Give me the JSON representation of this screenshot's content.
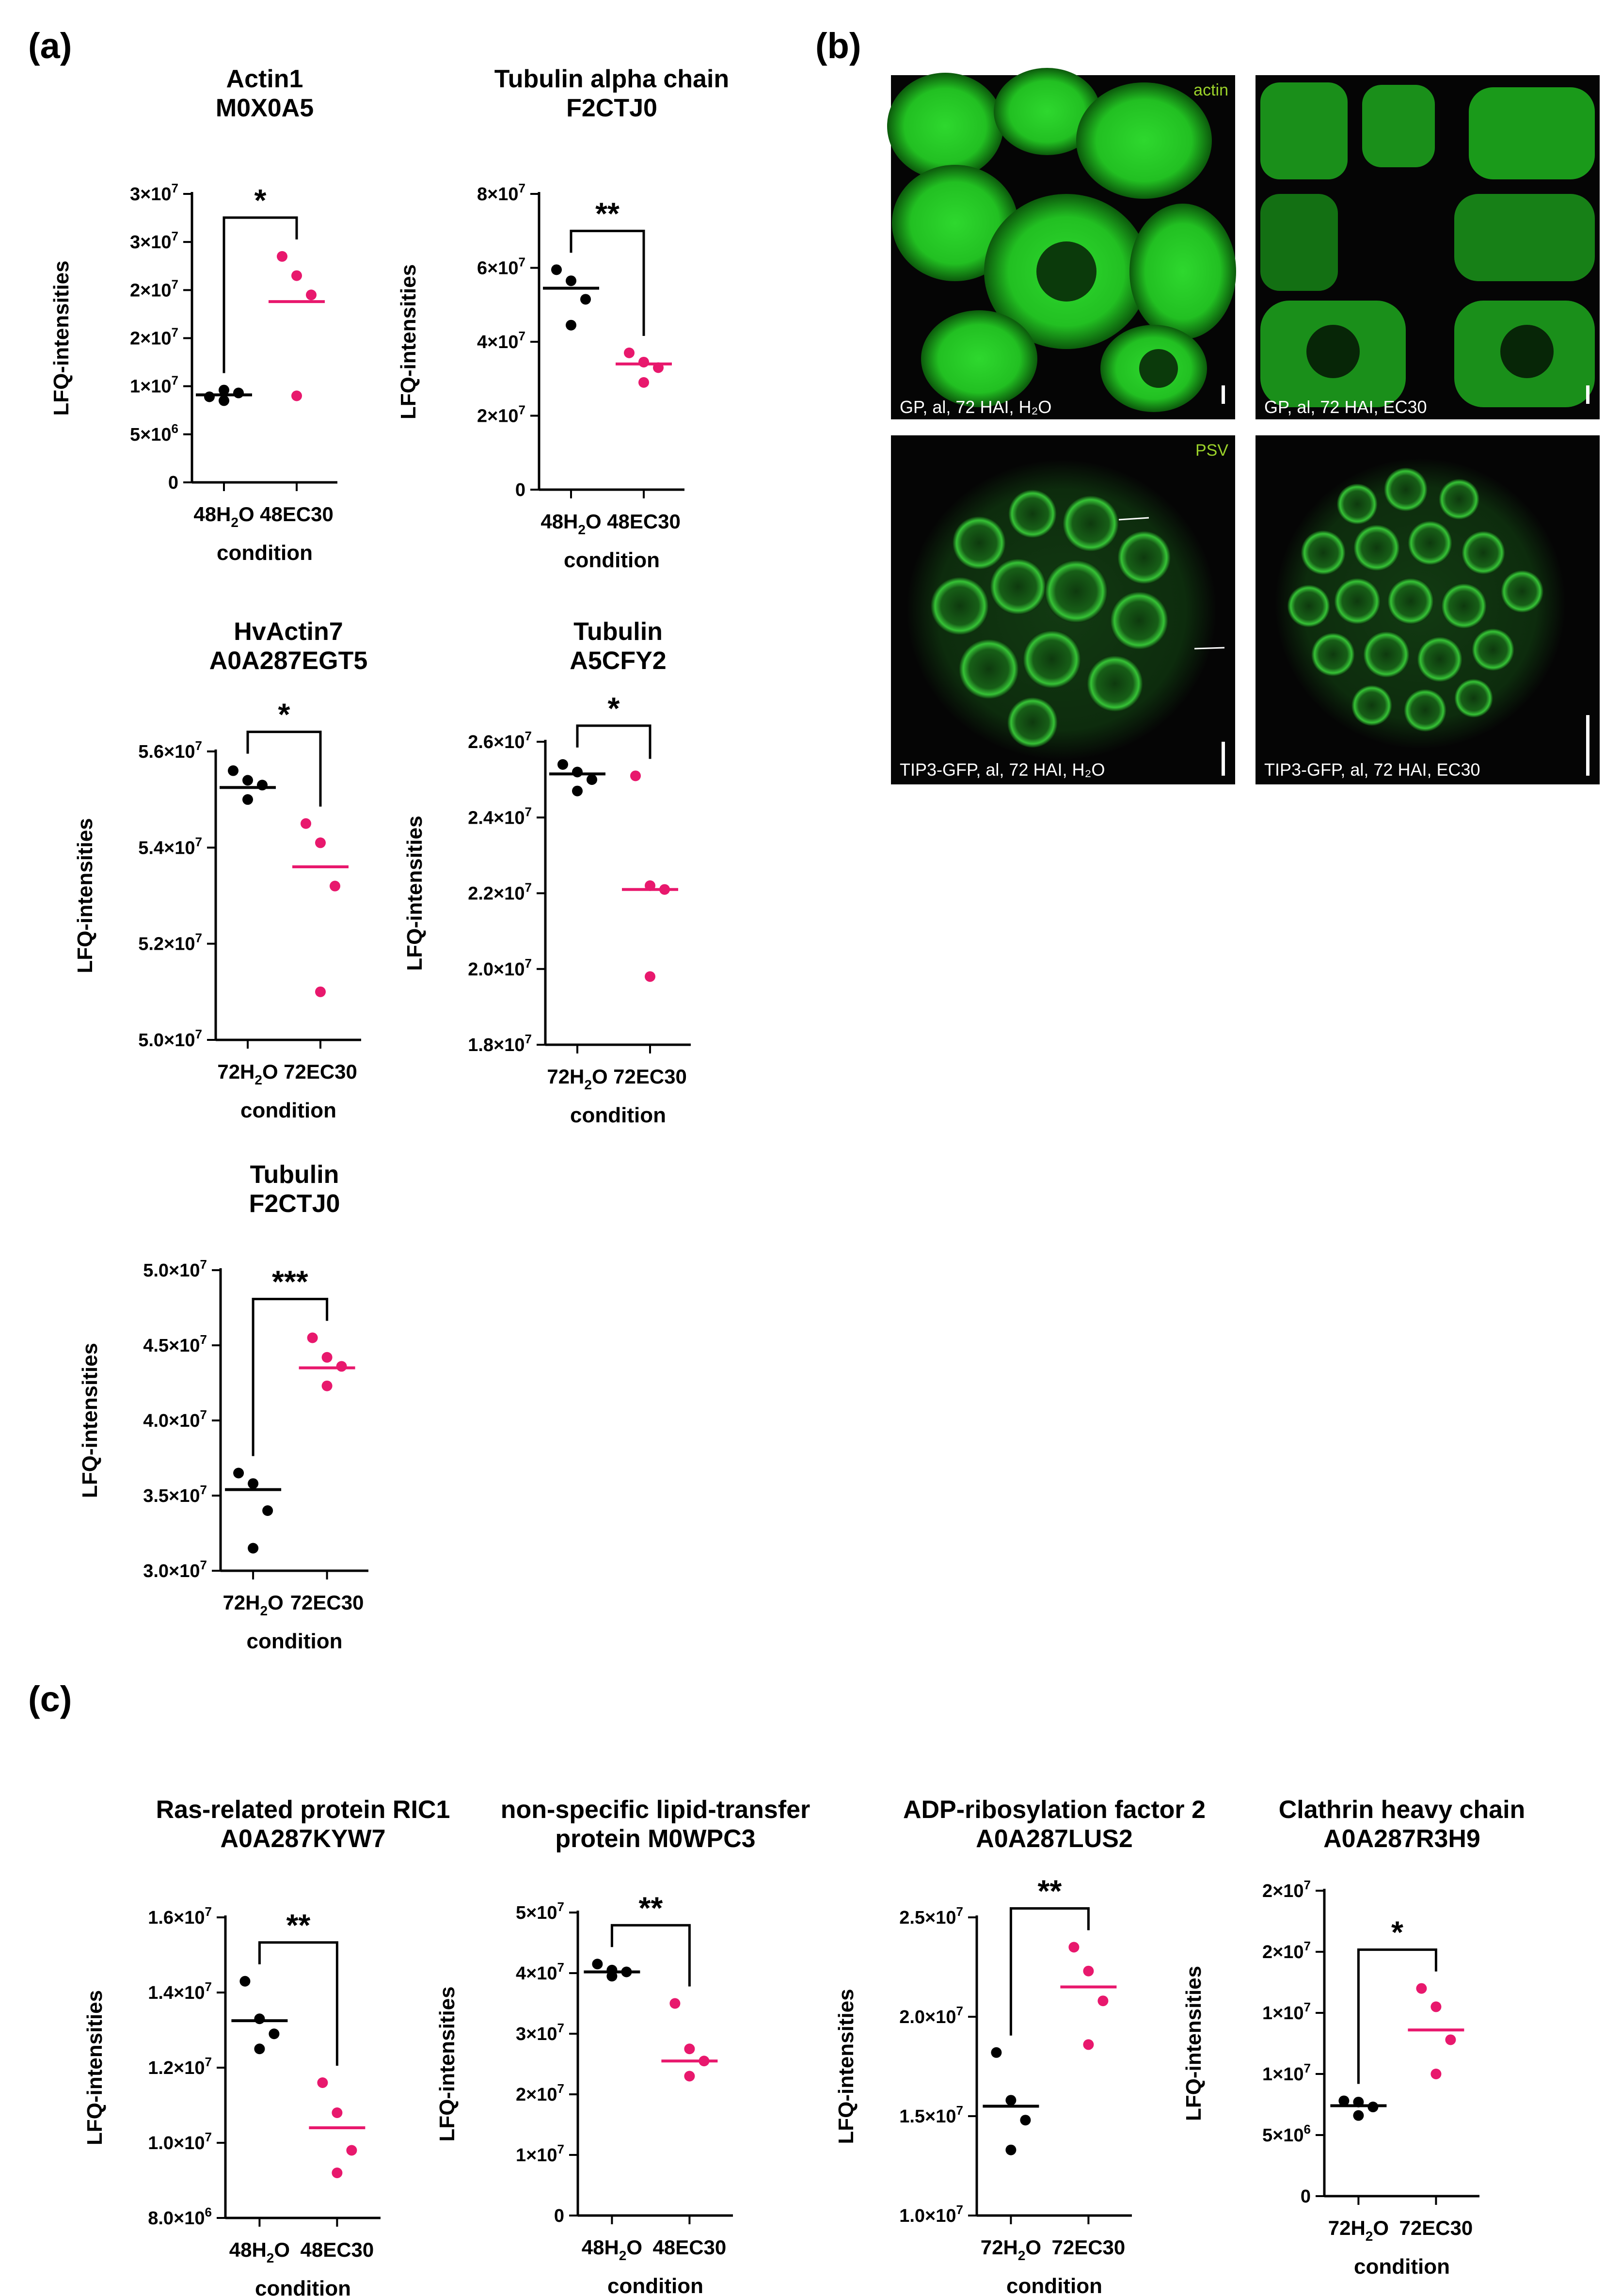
{
  "panel_labels": {
    "a": "(a)",
    "b": "(b)",
    "c": "(c)"
  },
  "colors": {
    "control": "#000000",
    "treatment": "#e8186d",
    "micrograph_bg": "#050505",
    "signal": "#22c922"
  },
  "chart_data": [
    {
      "type": "scatter",
      "panel": "a",
      "title": [
        "Actin1",
        "M0X0A5"
      ],
      "ylabel": "LFQ-intensities",
      "xlabel": "condition",
      "categories": [
        {
          "main": "48H",
          "sub": "2",
          "tail": "O"
        },
        {
          "main": "48EC30",
          "sub": "",
          "tail": ""
        }
      ],
      "ylim": [
        0,
        30000000
      ],
      "yticks": [
        0,
        5000000,
        10000000,
        15000000,
        20000000,
        25000000,
        30000000
      ],
      "ytick_labels": [
        {
          "base": "0",
          "exp": ""
        },
        {
          "base": "5×10",
          "exp": "6"
        },
        {
          "base": "1×10",
          "exp": "7"
        },
        {
          "base": "2×10",
          "exp": "7"
        },
        {
          "base": "2×10",
          "exp": "7"
        },
        {
          "base": "3×10",
          "exp": "7"
        },
        {
          "base": "3×10",
          "exp": "7"
        }
      ],
      "series": [
        {
          "values": [
            8900000,
            9600000,
            9300000,
            8500000
          ],
          "mean": 9100000
        },
        {
          "values": [
            23500000,
            21500000,
            19500000,
            9000000
          ],
          "mean": 18800000
        }
      ],
      "significance": "*"
    },
    {
      "type": "scatter",
      "panel": "a",
      "title": [
        "Tubulin alpha chain",
        "F2CTJ0"
      ],
      "ylabel": "LFQ-intensities",
      "xlabel": "condition",
      "categories": [
        {
          "main": "48H",
          "sub": "2",
          "tail": "O"
        },
        {
          "main": "48EC30",
          "sub": "",
          "tail": ""
        }
      ],
      "ylim": [
        0,
        80000000
      ],
      "yticks": [
        0,
        20000000,
        40000000,
        60000000,
        80000000
      ],
      "ytick_labels": [
        {
          "base": "0",
          "exp": ""
        },
        {
          "base": "2×10",
          "exp": "7"
        },
        {
          "base": "4×10",
          "exp": "7"
        },
        {
          "base": "6×10",
          "exp": "7"
        },
        {
          "base": "8×10",
          "exp": "7"
        }
      ],
      "series": [
        {
          "values": [
            59500000,
            56500000,
            51500000,
            44500000
          ],
          "mean": 54500000
        },
        {
          "values": [
            37000000,
            34500000,
            33000000,
            29000000
          ],
          "mean": 34000000
        }
      ],
      "significance": "**"
    },
    {
      "type": "scatter",
      "panel": "a",
      "title": [
        "HvActin7",
        "A0A287EGT5"
      ],
      "ylabel": "LFQ-intensities",
      "xlabel": "condition",
      "categories": [
        {
          "main": "72H",
          "sub": "2",
          "tail": "O"
        },
        {
          "main": "72EC30",
          "sub": "",
          "tail": ""
        }
      ],
      "ylim": [
        50000000,
        56000000
      ],
      "yticks": [
        50000000,
        52000000,
        54000000,
        56000000
      ],
      "ytick_labels": [
        {
          "base": "5.0×10",
          "exp": "7"
        },
        {
          "base": "5.2×10",
          "exp": "7"
        },
        {
          "base": "5.4×10",
          "exp": "7"
        },
        {
          "base": "5.6×10",
          "exp": "7"
        }
      ],
      "series": [
        {
          "values": [
            55600000,
            55400000,
            55300000,
            55000000
          ],
          "mean": 55250000
        },
        {
          "values": [
            54500000,
            54100000,
            53200000,
            51000000
          ],
          "mean": 53600000
        }
      ],
      "significance": "*"
    },
    {
      "type": "scatter",
      "panel": "a",
      "title": [
        "Tubulin",
        "A5CFY2"
      ],
      "ylabel": "LFQ-intensities",
      "xlabel": "condition",
      "categories": [
        {
          "main": "72H",
          "sub": "2",
          "tail": "O"
        },
        {
          "main": "72EC30",
          "sub": "",
          "tail": ""
        }
      ],
      "ylim": [
        18000000,
        26000000
      ],
      "yticks": [
        18000000,
        20000000,
        22000000,
        24000000,
        26000000
      ],
      "ytick_labels": [
        {
          "base": "1.8×10",
          "exp": "7"
        },
        {
          "base": "2.0×10",
          "exp": "7"
        },
        {
          "base": "2.2×10",
          "exp": "7"
        },
        {
          "base": "2.4×10",
          "exp": "7"
        },
        {
          "base": "2.6×10",
          "exp": "7"
        }
      ],
      "series": [
        {
          "values": [
            25400000,
            25200000,
            25000000,
            24700000
          ],
          "mean": 25150000
        },
        {
          "values": [
            25100000,
            22200000,
            22100000,
            19800000
          ],
          "mean": 22100000
        }
      ],
      "significance": "*"
    },
    {
      "type": "scatter",
      "panel": "a",
      "title": [
        "Tubulin",
        "F2CTJ0"
      ],
      "ylabel": "LFQ-intensities",
      "xlabel": "condition",
      "categories": [
        {
          "main": "72H",
          "sub": "2",
          "tail": "O"
        },
        {
          "main": "72EC30",
          "sub": "",
          "tail": ""
        }
      ],
      "ylim": [
        30000000,
        50000000
      ],
      "yticks": [
        30000000,
        35000000,
        40000000,
        45000000,
        50000000
      ],
      "ytick_labels": [
        {
          "base": "3.0×10",
          "exp": "7"
        },
        {
          "base": "3.5×10",
          "exp": "7"
        },
        {
          "base": "4.0×10",
          "exp": "7"
        },
        {
          "base": "4.5×10",
          "exp": "7"
        },
        {
          "base": "5.0×10",
          "exp": "7"
        }
      ],
      "series": [
        {
          "values": [
            36500000,
            35800000,
            34000000,
            31500000
          ],
          "mean": 35400000
        },
        {
          "values": [
            45500000,
            44200000,
            43600000,
            42300000
          ],
          "mean": 43500000
        }
      ],
      "significance": "***"
    },
    {
      "type": "scatter",
      "panel": "c",
      "title": [
        "Ras-related protein RIC1",
        "A0A287KYW7"
      ],
      "ylabel": "LFQ-intensities",
      "xlabel": "condition",
      "categories": [
        {
          "main": "48H",
          "sub": "2",
          "tail": "O"
        },
        {
          "main": "48EC30",
          "sub": "",
          "tail": ""
        }
      ],
      "ylim": [
        8000000,
        16000000
      ],
      "yticks": [
        8000000,
        10000000,
        12000000,
        14000000,
        16000000
      ],
      "ytick_labels": [
        {
          "base": "8.0×10",
          "exp": "6"
        },
        {
          "base": "1.0×10",
          "exp": "7"
        },
        {
          "base": "1.2×10",
          "exp": "7"
        },
        {
          "base": "1.4×10",
          "exp": "7"
        },
        {
          "base": "1.6×10",
          "exp": "7"
        }
      ],
      "series": [
        {
          "values": [
            14300000,
            13300000,
            12900000,
            12500000
          ],
          "mean": 13250000
        },
        {
          "values": [
            11600000,
            10800000,
            9800000,
            9200000
          ],
          "mean": 10400000
        }
      ],
      "significance": "**"
    },
    {
      "type": "scatter",
      "panel": "c",
      "title": [
        "non-specific lipid-transfer",
        "protein M0WPC3"
      ],
      "ylabel": "LFQ-intensities",
      "xlabel": "condition",
      "categories": [
        {
          "main": "48H",
          "sub": "2",
          "tail": "O"
        },
        {
          "main": "48EC30",
          "sub": "",
          "tail": ""
        }
      ],
      "ylim": [
        0,
        50000000
      ],
      "yticks": [
        0,
        10000000,
        20000000,
        30000000,
        40000000,
        50000000
      ],
      "ytick_labels": [
        {
          "base": "0",
          "exp": ""
        },
        {
          "base": "1×10",
          "exp": "7"
        },
        {
          "base": "2×10",
          "exp": "7"
        },
        {
          "base": "3×10",
          "exp": "7"
        },
        {
          "base": "4×10",
          "exp": "7"
        },
        {
          "base": "5×10",
          "exp": "7"
        }
      ],
      "series": [
        {
          "values": [
            41500000,
            40500000,
            40200000,
            39500000
          ],
          "mean": 40200000
        },
        {
          "values": [
            35000000,
            27500000,
            25500000,
            23000000
          ],
          "mean": 25500000
        }
      ],
      "significance": "**"
    },
    {
      "type": "scatter",
      "panel": "c",
      "title": [
        "ADP-ribosylation factor 2",
        "A0A287LUS2"
      ],
      "ylabel": "LFQ-intensities",
      "xlabel": "condition",
      "categories": [
        {
          "main": "72H",
          "sub": "2",
          "tail": "O"
        },
        {
          "main": "72EC30",
          "sub": "",
          "tail": ""
        }
      ],
      "ylim": [
        10000000,
        25000000
      ],
      "yticks": [
        10000000,
        15000000,
        20000000,
        25000000
      ],
      "ytick_labels": [
        {
          "base": "1.0×10",
          "exp": "7"
        },
        {
          "base": "1.5×10",
          "exp": "7"
        },
        {
          "base": "2.0×10",
          "exp": "7"
        },
        {
          "base": "2.5×10",
          "exp": "7"
        }
      ],
      "series": [
        {
          "values": [
            18200000,
            15800000,
            14800000,
            13300000
          ],
          "mean": 15500000
        },
        {
          "values": [
            23500000,
            22300000,
            20800000,
            18600000
          ],
          "mean": 21500000
        }
      ],
      "significance": "**"
    },
    {
      "type": "scatter",
      "panel": "c",
      "title": [
        "Clathrin heavy chain",
        "A0A287R3H9"
      ],
      "ylabel": "LFQ-intensities",
      "xlabel": "condition",
      "categories": [
        {
          "main": "72H",
          "sub": "2",
          "tail": "O"
        },
        {
          "main": "72EC30",
          "sub": "",
          "tail": ""
        }
      ],
      "ylim": [
        0,
        25000000
      ],
      "yticks": [
        0,
        5000000,
        10000000,
        15000000,
        20000000,
        25000000
      ],
      "ytick_labels": [
        {
          "base": "0",
          "exp": ""
        },
        {
          "base": "5×10",
          "exp": "6"
        },
        {
          "base": "1×10",
          "exp": "7"
        },
        {
          "base": "1×10",
          "exp": "7"
        },
        {
          "base": "2×10",
          "exp": "7"
        },
        {
          "base": "2×10",
          "exp": "7"
        }
      ],
      "series": [
        {
          "values": [
            7800000,
            7700000,
            7300000,
            6600000
          ],
          "mean": 7400000
        },
        {
          "values": [
            17000000,
            15500000,
            12800000,
            10000000
          ],
          "mean": 13600000
        }
      ],
      "significance": "*"
    }
  ],
  "micrographs": [
    {
      "caption": "GP, al, 72 HAI, H₂O",
      "tag": "actin"
    },
    {
      "caption": "GP, al, 72 HAI, EC30",
      "tag": ""
    },
    {
      "caption": "TIP3-GFP, al, 72 HAI, H₂O",
      "tag": "PSV"
    },
    {
      "caption": "TIP3-GFP, al, 72 HAI, EC30",
      "tag": ""
    }
  ]
}
